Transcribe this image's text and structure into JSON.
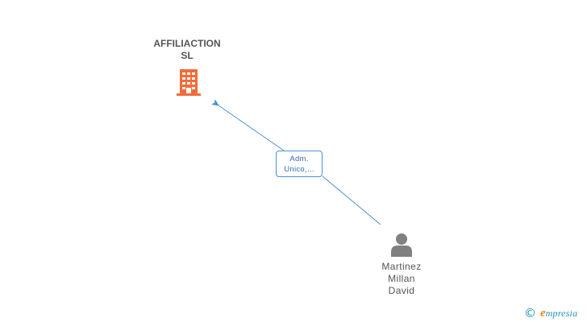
{
  "company": {
    "name": "AFFILIACTION\nSL",
    "icon": "building-icon",
    "color": "#f26b3a"
  },
  "relation": {
    "line1": "Adm.",
    "line2": "Unico,...",
    "color": "#4a90d9"
  },
  "person": {
    "icon": "person-icon",
    "color": "#808080",
    "name_lines": [
      "Martinez",
      "Millan",
      "David"
    ]
  },
  "brand": {
    "copyright": "©",
    "initial": "e",
    "name": "mpresia"
  }
}
